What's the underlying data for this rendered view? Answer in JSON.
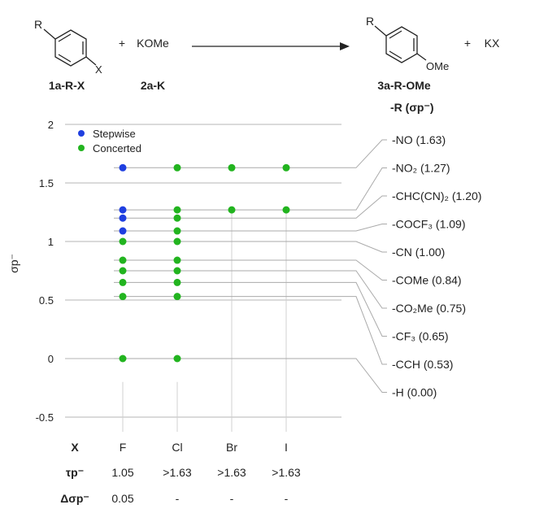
{
  "scheme": {
    "reactant_1": {
      "substituent": "R",
      "leaving_group": "X",
      "label": "1a-R-X"
    },
    "plus_1": "+",
    "reactant_2": {
      "formula": "KOMe",
      "label": "2a-K"
    },
    "product": {
      "substituent": "R",
      "group": "OMe",
      "label": "3a-R-OMe"
    },
    "plus_2": "+",
    "byproduct": "KX"
  },
  "chart_data": {
    "type": "scatter",
    "ylabel": "σp⁻",
    "ylim": [
      -0.5,
      2
    ],
    "yticks": [
      "2",
      "1.5",
      "1",
      "0.5",
      "0",
      "-0.5"
    ],
    "ytick_values": [
      2,
      1.5,
      1,
      0.5,
      0,
      -0.5
    ],
    "grid": true,
    "legend_position": "top-left",
    "legend": [
      {
        "name": "Stepwise",
        "color": "#1f3fe0"
      },
      {
        "name": "Concerted",
        "color": "#22b41f"
      }
    ],
    "categories": [
      "F",
      "Cl",
      "Br",
      "I"
    ],
    "x_header": "X",
    "substituent_header": "-R (σp⁻)",
    "substituents": [
      {
        "label": "-NO (1.63)",
        "value": 1.63
      },
      {
        "label": "-NO₂ (1.27)",
        "value": 1.27
      },
      {
        "label": "-CHC(CN)₂ (1.20)",
        "value": 1.2
      },
      {
        "label": "-COCF₃ (1.09)",
        "value": 1.09
      },
      {
        "label": "-CN (1.00)",
        "value": 1.0
      },
      {
        "label": "-COMe (0.84)",
        "value": 0.84
      },
      {
        "label": "-CO₂Me (0.75)",
        "value": 0.75
      },
      {
        "label": "-CF₃ (0.65)",
        "value": 0.65
      },
      {
        "label": "-CCH (0.53)",
        "value": 0.53
      },
      {
        "label": "-H (0.00)",
        "value": 0.0
      }
    ],
    "points": [
      {
        "x": "F",
        "y": 1.63,
        "mechanism": "Stepwise"
      },
      {
        "x": "F",
        "y": 1.27,
        "mechanism": "Stepwise"
      },
      {
        "x": "F",
        "y": 1.2,
        "mechanism": "Stepwise"
      },
      {
        "x": "F",
        "y": 1.09,
        "mechanism": "Stepwise"
      },
      {
        "x": "F",
        "y": 1.0,
        "mechanism": "Concerted"
      },
      {
        "x": "F",
        "y": 0.84,
        "mechanism": "Concerted"
      },
      {
        "x": "F",
        "y": 0.75,
        "mechanism": "Concerted"
      },
      {
        "x": "F",
        "y": 0.65,
        "mechanism": "Concerted"
      },
      {
        "x": "F",
        "y": 0.53,
        "mechanism": "Concerted"
      },
      {
        "x": "F",
        "y": 0.0,
        "mechanism": "Concerted"
      },
      {
        "x": "Cl",
        "y": 1.63,
        "mechanism": "Concerted"
      },
      {
        "x": "Cl",
        "y": 1.27,
        "mechanism": "Concerted"
      },
      {
        "x": "Cl",
        "y": 1.2,
        "mechanism": "Concerted"
      },
      {
        "x": "Cl",
        "y": 1.09,
        "mechanism": "Concerted"
      },
      {
        "x": "Cl",
        "y": 1.0,
        "mechanism": "Concerted"
      },
      {
        "x": "Cl",
        "y": 0.84,
        "mechanism": "Concerted"
      },
      {
        "x": "Cl",
        "y": 0.75,
        "mechanism": "Concerted"
      },
      {
        "x": "Cl",
        "y": 0.65,
        "mechanism": "Concerted"
      },
      {
        "x": "Cl",
        "y": 0.53,
        "mechanism": "Concerted"
      },
      {
        "x": "Cl",
        "y": 0.0,
        "mechanism": "Concerted"
      },
      {
        "x": "Br",
        "y": 1.63,
        "mechanism": "Concerted"
      },
      {
        "x": "Br",
        "y": 1.27,
        "mechanism": "Concerted"
      },
      {
        "x": "I",
        "y": 1.63,
        "mechanism": "Concerted"
      },
      {
        "x": "I",
        "y": 1.27,
        "mechanism": "Concerted"
      }
    ],
    "table": {
      "tau_header": "τp⁻",
      "tau_values": [
        "1.05",
        ">1.63",
        ">1.63",
        ">1.63"
      ],
      "delta_header": "Δσp⁻",
      "delta_values": [
        "0.05",
        "-",
        "-",
        "-"
      ]
    }
  }
}
